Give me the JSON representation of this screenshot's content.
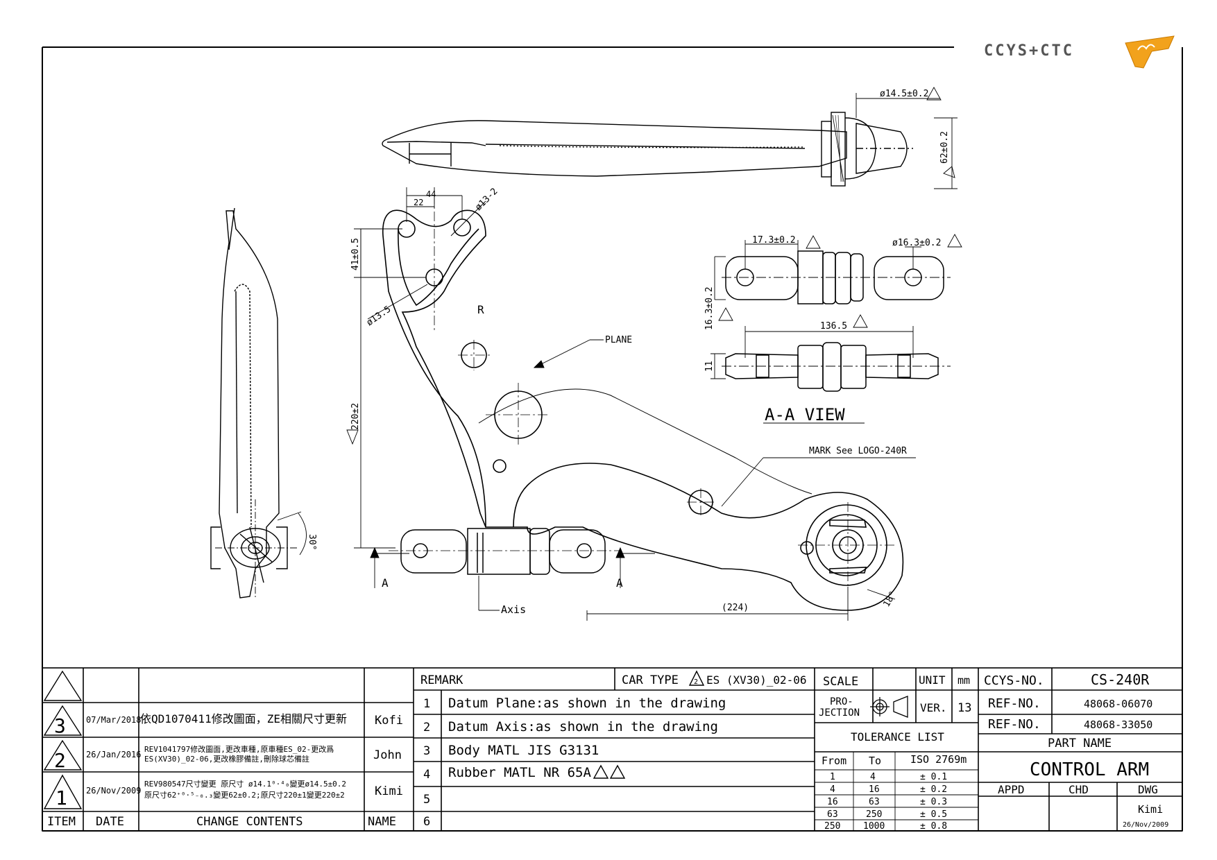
{
  "logo": {
    "text": "CCYS+CTC"
  },
  "views": {
    "view_aa_title": "A-A VIEW",
    "plane_label": "PLANE",
    "axis_label": "Axis",
    "mark_note": "MARK See LOGO-240R",
    "r_mark": "R",
    "section_a": "A"
  },
  "dimensions": {
    "d_bush_dia": "ø14.5±0.2",
    "d_bush_len": "62±0.2",
    "d_44": "44",
    "d_22": "22",
    "d_hole13": "ø13-2",
    "d_41": "41±0.5",
    "d_135": "ø13.5",
    "d_220": "220±2",
    "d_173": "17.3±0.2",
    "d_163a": "ø16.3±0.2",
    "d_163b": "16.3±0.2",
    "d_1365": "136.5",
    "d_11": "11",
    "d_30": "30°",
    "d_224": "(224)",
    "d_18": "18°"
  },
  "title_block": {
    "revisions": [
      {
        "item": "3",
        "date": "07/Mar/2018",
        "content": "依QD1070411修改圖面，ZE相關尺寸更新",
        "name": "Kofi"
      },
      {
        "item": "2",
        "date": "26/Jan/2016",
        "content_l1": "REV1041797修改圖面,更改車種,原車種ES_02-更改爲",
        "content_l2": "ES(XV30)_02-06,更改橡膠備註,刪除球芯備註",
        "name": "John"
      },
      {
        "item": "1",
        "date": "26/Nov/2009",
        "content_l1": "REV980547尺寸變更 原尺寸 ø14.1⁰·⁴₀變更ø14.5±0.2",
        "content_l2": "原尺寸62⁺⁰·⁵₋₀.₃變更62±0.2;原尺寸220±1變更220±2",
        "name": "Kimi"
      }
    ],
    "headers": {
      "item": "ITEM",
      "date": "DATE",
      "change": "CHANGE CONTENTS",
      "name": "NAME"
    },
    "remark_label": "REMARK",
    "car_type_label": "CAR TYPE",
    "car_type_value": "ES (XV30)_02-06",
    "car_type_rev": "2",
    "remarks": [
      {
        "n": "1",
        "text": "Datum Plane:as shown in the drawing"
      },
      {
        "n": "2",
        "text": "Datum Axis:as shown in the drawing"
      },
      {
        "n": "3",
        "text": "Body MATL JIS G3131"
      },
      {
        "n": "4",
        "text": "Rubber MATL NR 65A"
      },
      {
        "n": "5",
        "text": ""
      },
      {
        "n": "6",
        "text": ""
      }
    ],
    "scale_label": "SCALE",
    "unit_label": "UNIT",
    "unit_value": "mm",
    "projection_l1": "PRO-",
    "projection_l2": "JECTION",
    "ver_label": "VER.",
    "ver_value": "13",
    "tolerance_title": "TOLERANCE LIST",
    "tol_headers": {
      "from": "From",
      "to": "To",
      "iso": "ISO 2769m"
    },
    "tolerances": [
      {
        "from": "1",
        "to": "4",
        "tol": "± 0.1"
      },
      {
        "from": "4",
        "to": "16",
        "tol": "± 0.2"
      },
      {
        "from": "16",
        "to": "63",
        "tol": "± 0.3"
      },
      {
        "from": "63",
        "to": "250",
        "tol": "± 0.5"
      },
      {
        "from": "250",
        "to": "1000",
        "tol": "± 0.8"
      }
    ],
    "ccys_label": "CCYS-NO.",
    "ccys_value": "CS-240R",
    "ref1_label": "REF-NO.",
    "ref1_value": "48068-06070",
    "ref2_label": "REF-NO.",
    "ref2_value": "48068-33050",
    "part_name_label": "PART NAME",
    "part_name_value": "CONTROL ARM",
    "appd_label": "APPD",
    "chd_label": "CHD",
    "dwg_label": "DWG",
    "dwg_name": "Kimi",
    "dwg_date": "26/Nov/2009"
  }
}
